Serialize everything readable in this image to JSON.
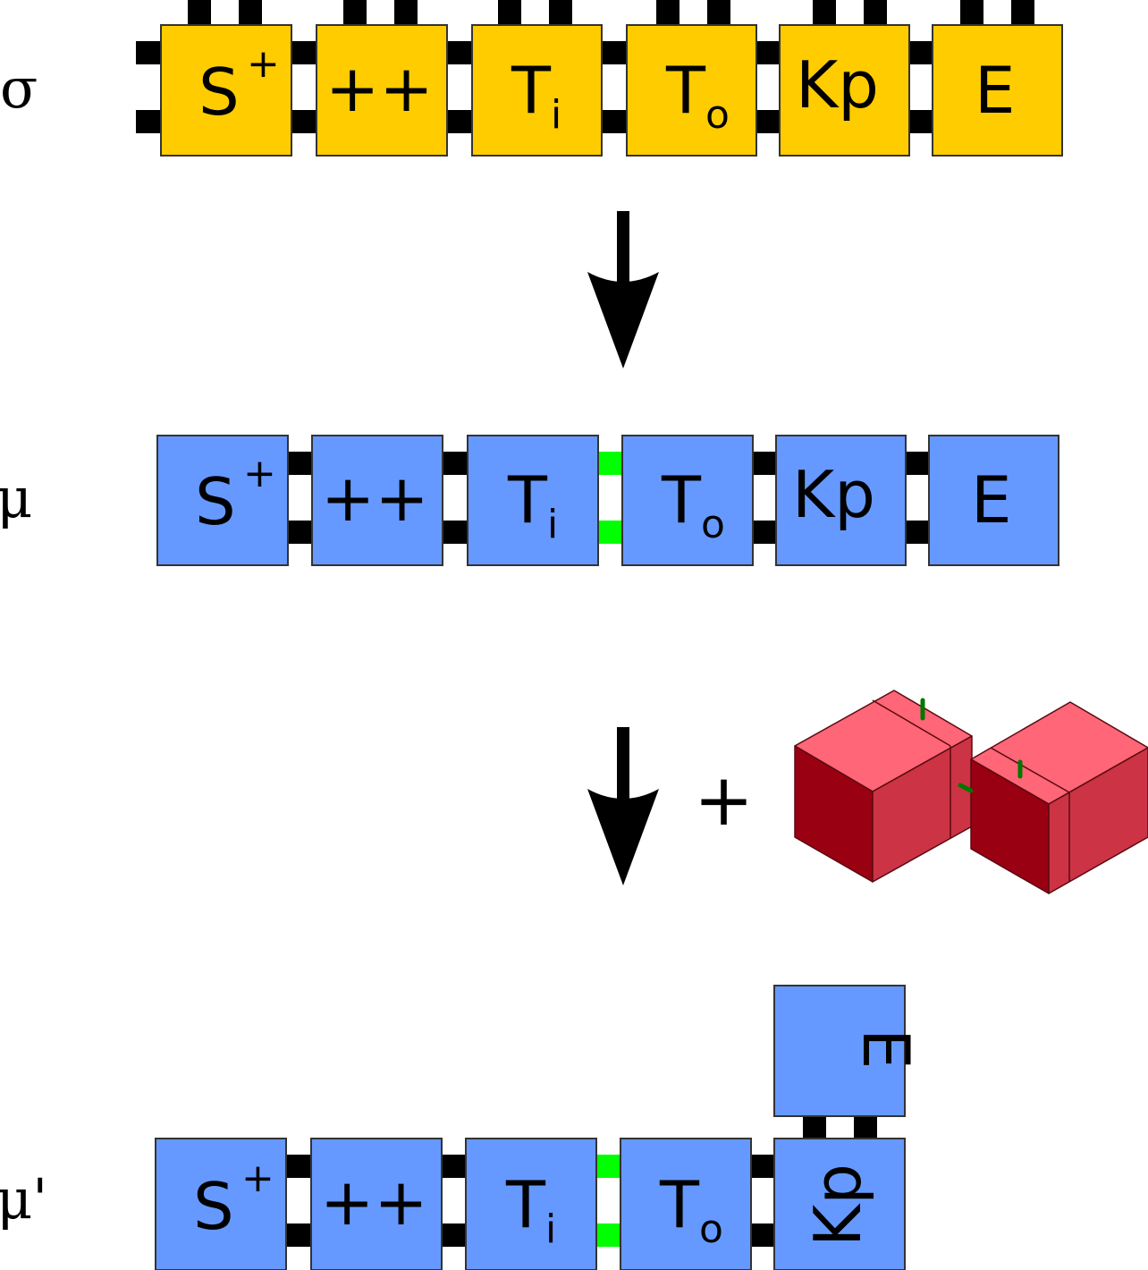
{
  "rows": [
    {
      "id": "sigma",
      "label": "σ",
      "tiles": [
        {
          "main": "S",
          "sup": "+",
          "sub": ""
        },
        {
          "main": "++",
          "sup": "",
          "sub": ""
        },
        {
          "main": "T",
          "sup": "",
          "sub": "i"
        },
        {
          "main": "T",
          "sup": "",
          "sub": "o"
        },
        {
          "main": "Kp",
          "sup": "",
          "sub": ""
        },
        {
          "main": "E",
          "sup": "",
          "sub": ""
        }
      ]
    },
    {
      "id": "mu",
      "label": "μ",
      "tiles": [
        {
          "main": "S",
          "sup": "+",
          "sub": ""
        },
        {
          "main": "++",
          "sup": "",
          "sub": ""
        },
        {
          "main": "T",
          "sup": "",
          "sub": "i"
        },
        {
          "main": "T",
          "sup": "",
          "sub": "o"
        },
        {
          "main": "Kp",
          "sup": "",
          "sub": ""
        },
        {
          "main": "E",
          "sup": "",
          "sub": ""
        }
      ]
    },
    {
      "id": "mu-prime",
      "label": "μ'",
      "tiles": [
        {
          "main": "S",
          "sup": "+",
          "sub": ""
        },
        {
          "main": "++",
          "sup": "",
          "sub": ""
        },
        {
          "main": "T",
          "sup": "",
          "sub": "i"
        },
        {
          "main": "T",
          "sup": "",
          "sub": "o"
        },
        {
          "main": "Kp",
          "sup": "",
          "sub": ""
        },
        {
          "main": "E",
          "sup": "",
          "sub": ""
        }
      ]
    }
  ],
  "plus_sign": "+",
  "colors": {
    "sigma_tile": "#ffcc00",
    "mu_tile": "#6699ff",
    "bond_black": "#000000",
    "bond_active": "#00ff00",
    "cube_top": "#ff6677",
    "cube_left": "#990011",
    "cube_right": "#cc3344",
    "cube_mark": "#007700"
  }
}
